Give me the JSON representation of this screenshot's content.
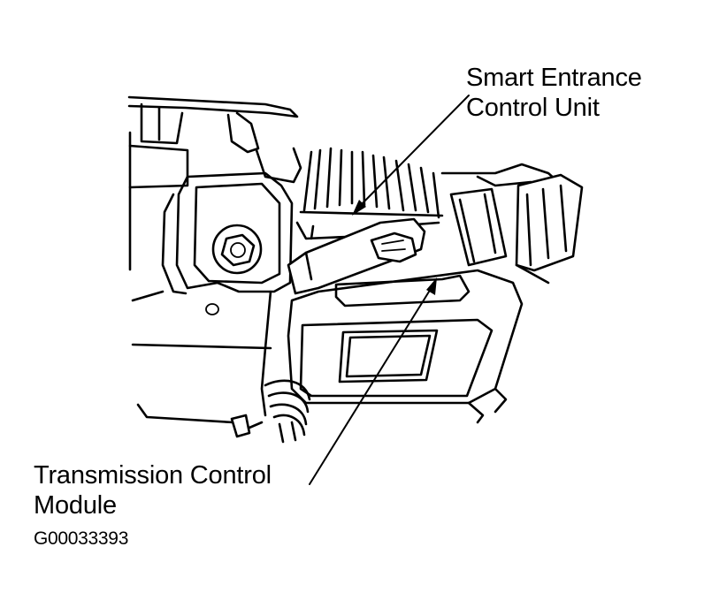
{
  "callouts": {
    "smart_entrance": {
      "line1": "Smart Entrance",
      "line2": "Control Unit"
    },
    "transmission": {
      "line1": "Transmission Control",
      "line2": "Module"
    }
  },
  "figure_id": "G00033393",
  "colors": {
    "ink": "#000000",
    "paper": "#ffffff"
  }
}
